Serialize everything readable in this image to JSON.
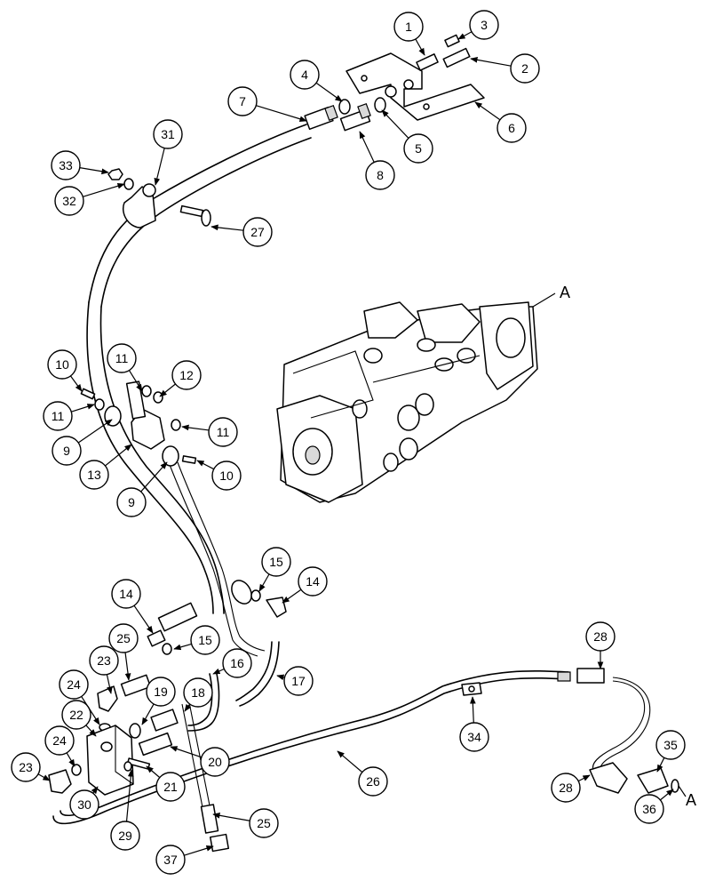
{
  "title": "",
  "reference_letter": "A",
  "callouts": [
    "1",
    "2",
    "3",
    "4",
    "5",
    "6",
    "7",
    "8",
    "9",
    "10",
    "11",
    "12",
    "13",
    "14",
    "15",
    "16",
    "17",
    "18",
    "19",
    "20",
    "21",
    "22",
    "23",
    "24",
    "25",
    "26",
    "27",
    "28",
    "29",
    "30",
    "31",
    "32",
    "33",
    "34",
    "35",
    "36",
    "37"
  ],
  "colors": {
    "line": "#000000",
    "background": "#ffffff",
    "shade": "#d9d9d9"
  }
}
